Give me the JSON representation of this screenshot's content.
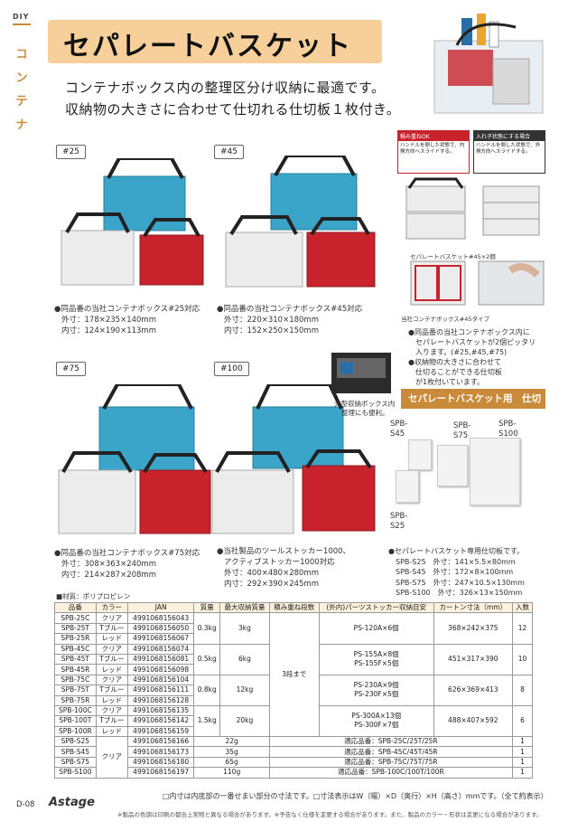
{
  "side": {
    "diy": "DIY",
    "category": "コンテナ"
  },
  "title": "セパレートバスケット",
  "lead": [
    "コンテナボックス内の整理区分け収納に最適です。",
    "収納物の大きさに合わせて仕切れる仕切板１枚付き。"
  ],
  "colors": {
    "blue": "#3aa5c9",
    "red": "#c8232c",
    "clear": "#e6e6e6",
    "handle": "#222222",
    "accent": "#c98a3a"
  },
  "products": [
    {
      "tag": "#25",
      "cap": [
        "●同品番の当社コンテナボックス#25対応",
        "外寸：178×235×140mm",
        "内寸：124×190×113mm"
      ]
    },
    {
      "tag": "#45",
      "cap": [
        "●同品番の当社コンテナボックス#45対応",
        "外寸：220×310×180mm",
        "内寸：152×250×150mm"
      ]
    },
    {
      "tag": "#75",
      "cap": [
        "●同品番の当社コンテナボックス#75対応",
        "外寸：308×363×240mm",
        "内寸：214×287×208mm"
      ]
    },
    {
      "tag": "#100",
      "cap": [
        "●当社製品のツールストッカー1000、",
        "アクティブストッカー1000対応",
        "外寸：400×480×280mm",
        "内寸：292×390×245mm"
      ]
    }
  ],
  "usage": {
    "left_title": "積み重ねOK",
    "right_title": "入れ子状態にする場合",
    "left_text": "ハンドルを倒した状態で、内側方向へスライドする。",
    "right_text": "ハンドルを倒した状態で、外側方向へスライドする。",
    "note_label": "セパレートバスケット#45×2個",
    "box_label": "当社コンテナボックス#45タイプ",
    "caption": [
      "●同品番の当社コンテナボックス内に",
      "セパレートバスケットが2個ピッタリ",
      "入ります。(#25,#45,#75)",
      "●収納物の大きさに合わせて",
      "仕切ることができる仕切板",
      "が1枚付いています。"
    ]
  },
  "tool_note": [
    "大型収納ボックス内",
    "整理にも便利。"
  ],
  "tray_header": "セパレートバスケット用　仕切板",
  "trays": [
    {
      "label": "SPB-S25"
    },
    {
      "label": "SPB-S45"
    },
    {
      "label": "SPB-S75"
    },
    {
      "label": "SPB-S100"
    }
  ],
  "tray_caption": [
    "●セパレートバスケット専用仕切板です。",
    "SPB-S25　外寸：141×5.5×80mm",
    "SPB-S45　外寸：172×8×100mm",
    "SPB-S75　外寸：247×10.5×130mm",
    "SPB-S100　外寸：326×13×150mm"
  ],
  "material": "■材質：ポリプロピレン",
  "table": {
    "headers": [
      "品番",
      "カラー",
      "JAN",
      "質量",
      "最大収納質量",
      "積み重ね段数",
      "(外内)パーツストッカー収納目安",
      "カートン寸法（mm）",
      "入数"
    ],
    "rows": [
      [
        "SPB-25C",
        "クリア",
        "4991068156043"
      ],
      [
        "SPB-25T",
        "Tブルー",
        "4991068156050"
      ],
      [
        "SPB-25R",
        "レッド",
        "4991068156067"
      ],
      [
        "SPB-45C",
        "クリア",
        "4991068156074"
      ],
      [
        "SPB-45T",
        "Tブルー",
        "4991068156081"
      ],
      [
        "SPB-45R",
        "レッド",
        "4991068156098"
      ],
      [
        "SPB-75C",
        "クリア",
        "4991068156104"
      ],
      [
        "SPB-75T",
        "Tブルー",
        "4991068156111"
      ],
      [
        "SPB-75R",
        "レッド",
        "4991068156128"
      ],
      [
        "SPB-100C",
        "クリア",
        "4991068156135"
      ],
      [
        "SPB-100T",
        "Tブルー",
        "4991068156142"
      ],
      [
        "SPB-100R",
        "レッド",
        "4991068156159"
      ]
    ],
    "groups": [
      {
        "mass": "0.3kg",
        "max": "3kg",
        "stocker": [
          "PS-120A×6個"
        ],
        "carton": "368×242×375",
        "qty": "12"
      },
      {
        "mass": "0.5kg",
        "max": "6kg",
        "stocker": [
          "PS-155A×8個",
          "PS-155F×5個"
        ],
        "carton": "451×317×390",
        "qty": "10"
      },
      {
        "mass": "0.8kg",
        "max": "12kg",
        "stocker": [
          "PS-230A×9個",
          "PS-230F×5個"
        ],
        "carton": "626×369×413",
        "qty": "8"
      },
      {
        "mass": "1.5kg",
        "max": "20kg",
        "stocker": [
          "PS-300A×13個",
          "PS-300F×7個"
        ],
        "carton": "488×407×592",
        "qty": "6"
      }
    ],
    "stack": "3段まで",
    "tray_color": "クリア",
    "tray_rows": [
      [
        "SPB-S25",
        "4991068156166",
        "22g",
        "適応品番：SPB-25C/25T/25R",
        "1"
      ],
      [
        "SPB-S45",
        "4991068156173",
        "35g",
        "適応品番：SPB-45C/45T/45R",
        "1"
      ],
      [
        "SPB-S75",
        "4991068156180",
        "65g",
        "適応品番：SPB-75C/75T/75R",
        "1"
      ],
      [
        "SPB-S100",
        "4991068156197",
        "110g",
        "適応品番：SPB-100C/100T/100R",
        "1"
      ]
    ]
  },
  "footnote": "□内寸は内底部の一番せまい部分の寸法です。□寸法表示はW（幅）×D（奥行）×H（高さ）mmです。（全て約表示）",
  "tiny": "※製品の色調は印刷の都合上実物と異なる場合があります。※予告なく仕様を変更する場合があります。また、製品のカラー・形状は変更になる場合があります。",
  "page_no": "D-08",
  "brand": "Astage"
}
